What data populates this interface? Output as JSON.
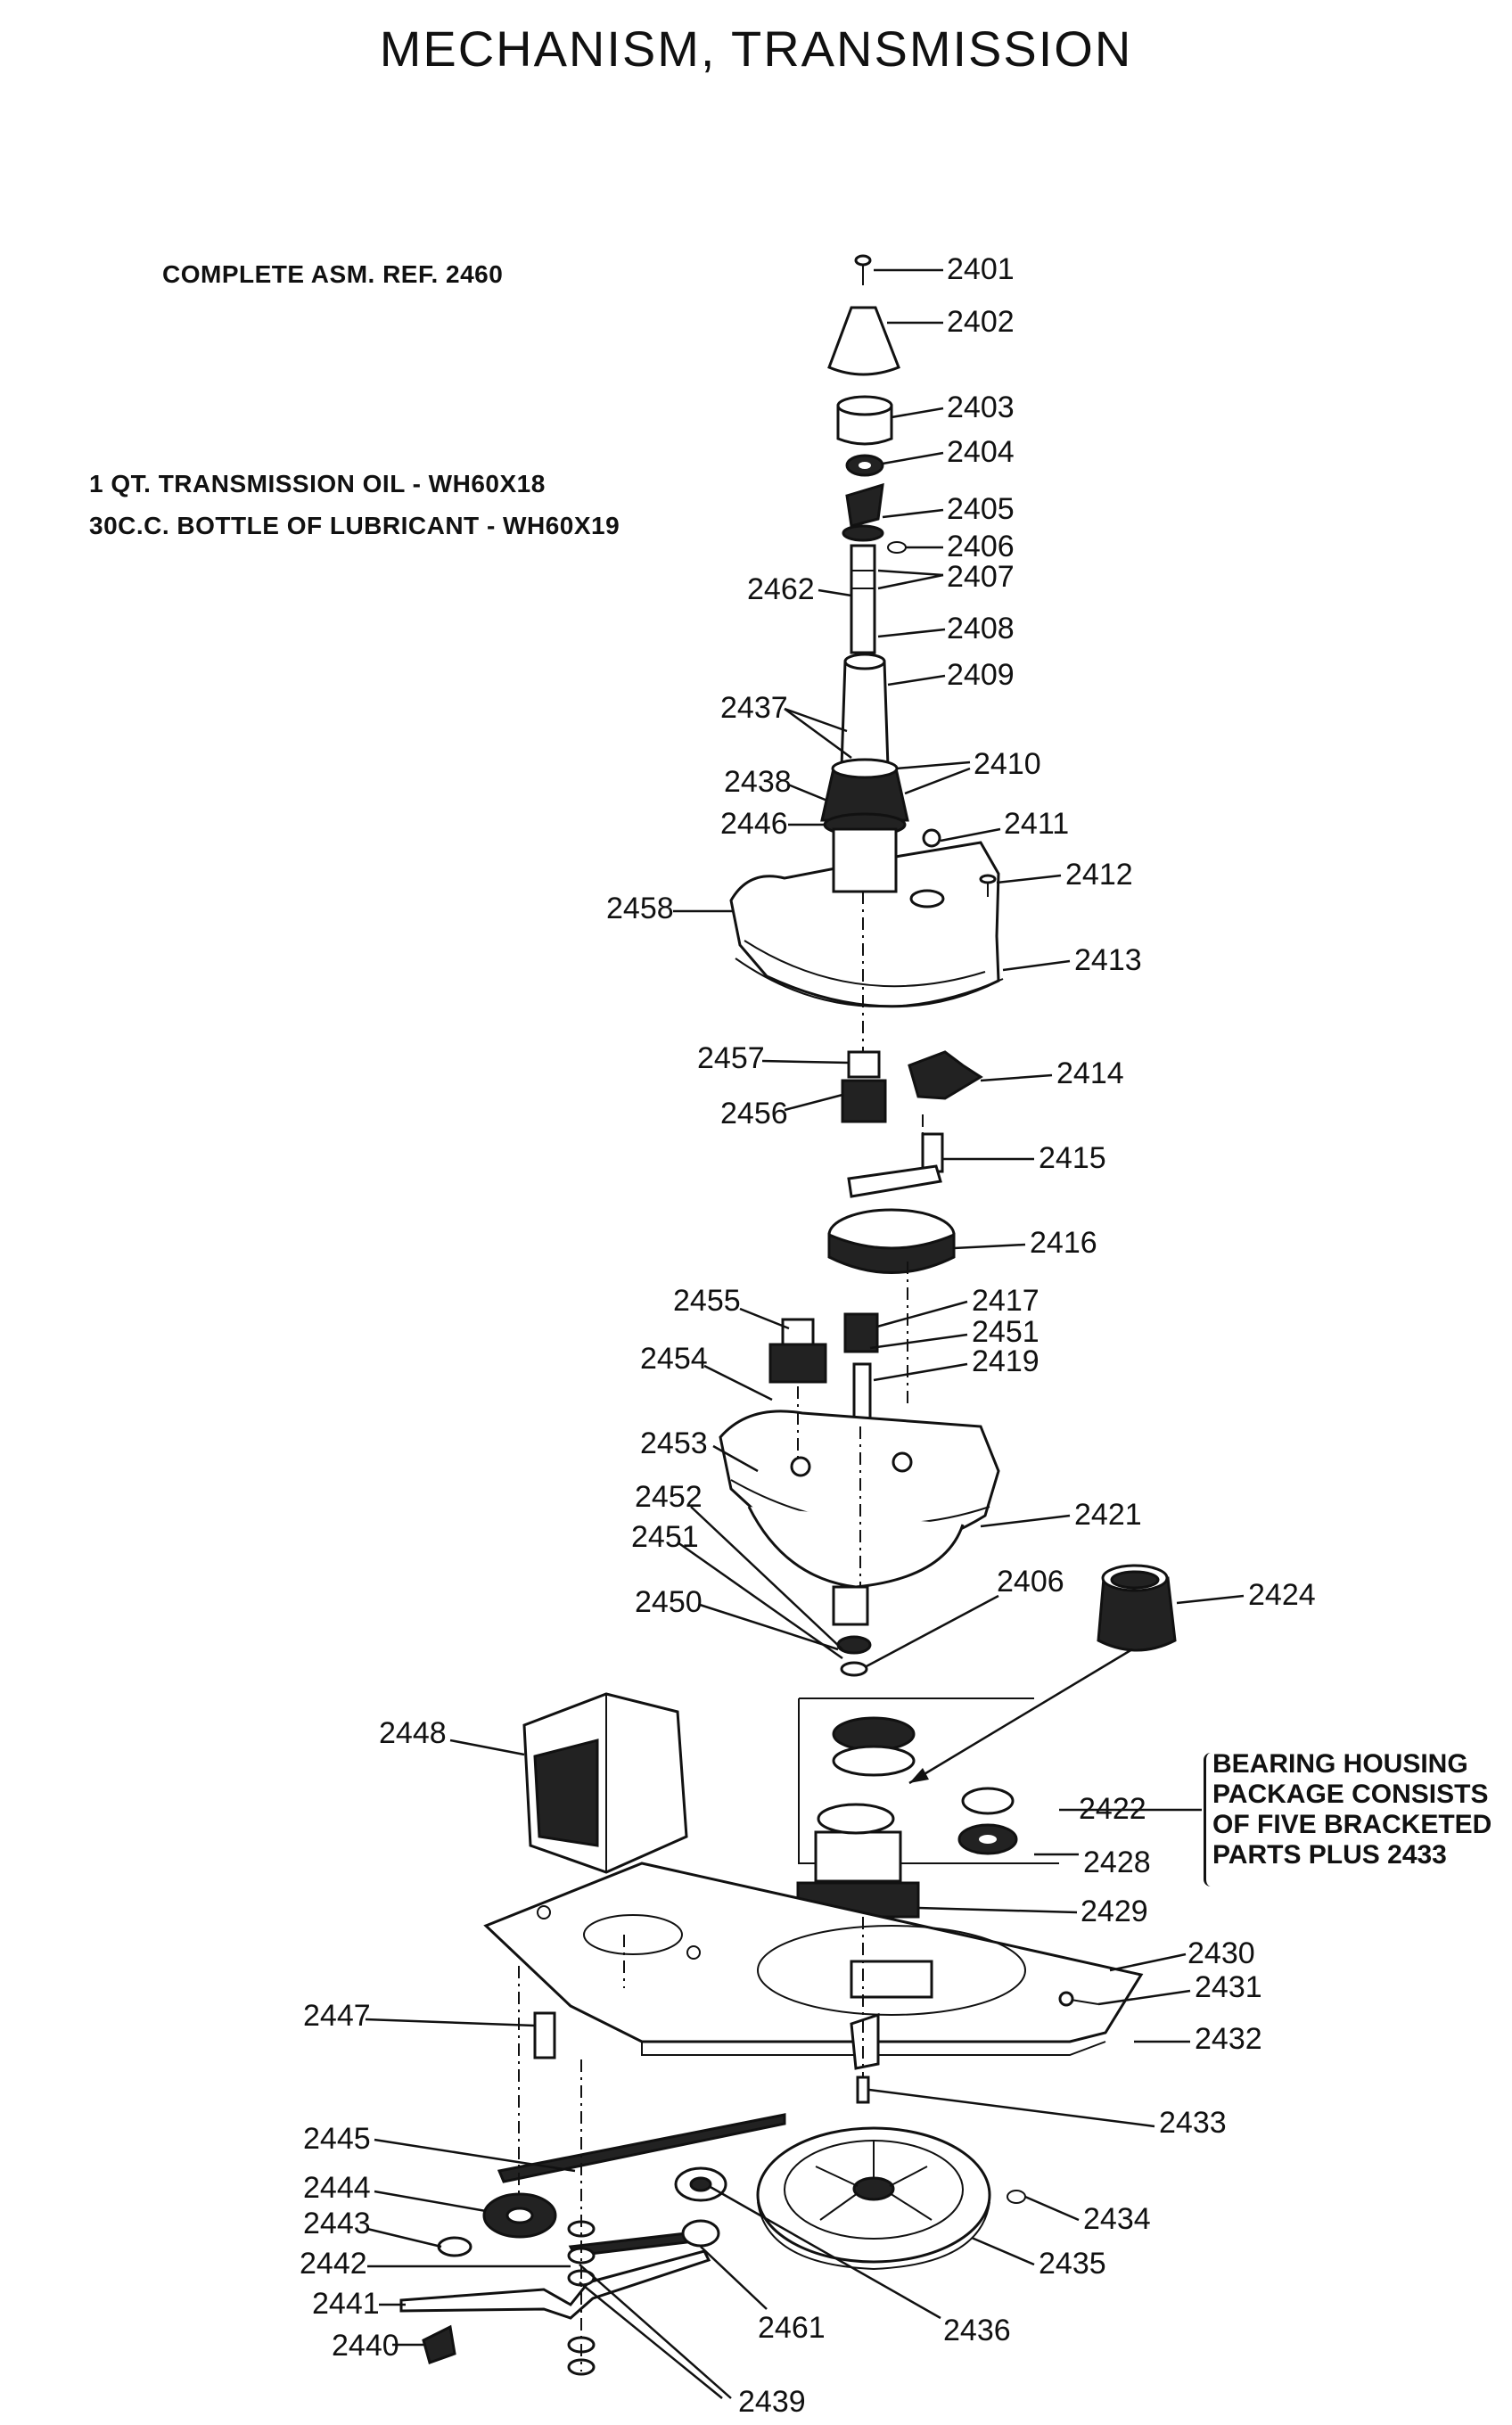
{
  "title": "MECHANISM, TRANSMISSION",
  "notes": {
    "complete_asm": "COMPLETE ASM. REF. 2460",
    "oil": "1 QT. TRANSMISSION OIL - WH60X18",
    "lubricant": "30C.C. BOTTLE OF LUBRICANT - WH60X19"
  },
  "bearing_note": {
    "line1": "BEARING HOUSING",
    "line2": "PACKAGE CONSISTS",
    "line3": "OF FIVE BRACKETED",
    "line4": "PARTS PLUS 2433"
  },
  "part_labels": {
    "p2401": "2401",
    "p2402": "2402",
    "p2403": "2403",
    "p2404": "2404",
    "p2405": "2405",
    "p2406": "2406",
    "p2407": "2407",
    "p2462": "2462",
    "p2408": "2408",
    "p2409": "2409",
    "p2437": "2437",
    "p2410": "2410",
    "p2438": "2438",
    "p2446": "2446",
    "p2411": "2411",
    "p2412": "2412",
    "p2458": "2458",
    "p2413": "2413",
    "p2457": "2457",
    "p2456": "2456",
    "p2414": "2414",
    "p2415": "2415",
    "p2416": "2416",
    "p2455": "2455",
    "p2417": "2417",
    "p2451a": "2451",
    "p2454": "2454",
    "p2419": "2419",
    "p2453": "2453",
    "p2452": "2452",
    "p2451b": "2451",
    "p2421": "2421",
    "p2450": "2450",
    "p2406b": "2406",
    "p2424": "2424",
    "p2448": "2448",
    "p2422": "2422",
    "p2428": "2428",
    "p2429": "2429",
    "p2430": "2430",
    "p2431": "2431",
    "p2447": "2447",
    "p2432": "2432",
    "p2433": "2433",
    "p2445": "2445",
    "p2444": "2444",
    "p2434": "2434",
    "p2443": "2443",
    "p2435": "2435",
    "p2442": "2442",
    "p2441": "2441",
    "p2461": "2461",
    "p2436": "2436",
    "p2440": "2440",
    "p2439": "2439"
  }
}
